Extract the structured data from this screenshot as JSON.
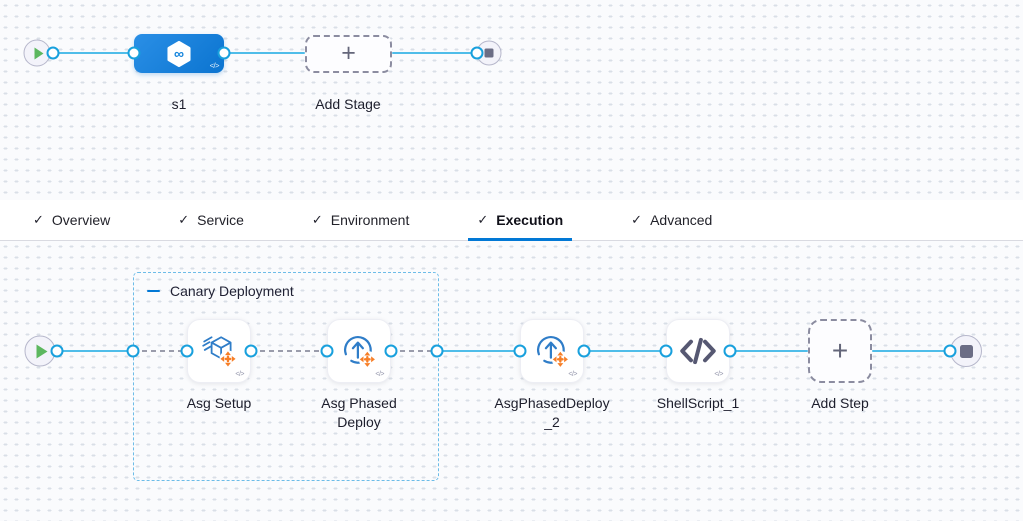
{
  "stage_canvas": {
    "stage": {
      "name": "s1"
    },
    "add_stage": {
      "label": "Add Stage",
      "plus_glyph": "+"
    },
    "code_badge": "</>"
  },
  "tab_bar": {
    "check_glyph": "✓",
    "active_tab": "Execution",
    "tabs": [
      {
        "label": "Overview"
      },
      {
        "label": "Service"
      },
      {
        "label": "Environment"
      },
      {
        "label": "Execution"
      },
      {
        "label": "Advanced"
      }
    ]
  },
  "execution_canvas": {
    "group": {
      "label": "Canary Deployment"
    },
    "steps": [
      {
        "name": "Asg Setup",
        "icon": "asg-setup-icon"
      },
      {
        "name": "Asg Phased Deploy",
        "icon": "asg-phased-deploy-icon"
      },
      {
        "name": "AsgPhasedDeploy_2",
        "icon": "asg-phased-deploy-icon"
      },
      {
        "name": "ShellScript_1",
        "icon": "shell-script-icon"
      }
    ],
    "add_step": {
      "label": "Add Step",
      "plus_glyph": "+"
    },
    "code_badge": "</>"
  },
  "icons": {
    "start_node": "play-icon",
    "end_node": "stop-icon",
    "stage_icon": "harness-pipeline-hexagon-infinity-icon",
    "group_collapse": "minus-icon"
  },
  "colors": {
    "connector_line": "#4fbde9",
    "connector_point_border": "#18a0dd",
    "active_tab_underline": "#0278d5",
    "stage_box_blue": "#1283dc",
    "icon_blue": "#2f7dc8",
    "icon_orange": "#f77e26",
    "group_border": "#6cbce8",
    "play_green": "#5cb75f"
  }
}
